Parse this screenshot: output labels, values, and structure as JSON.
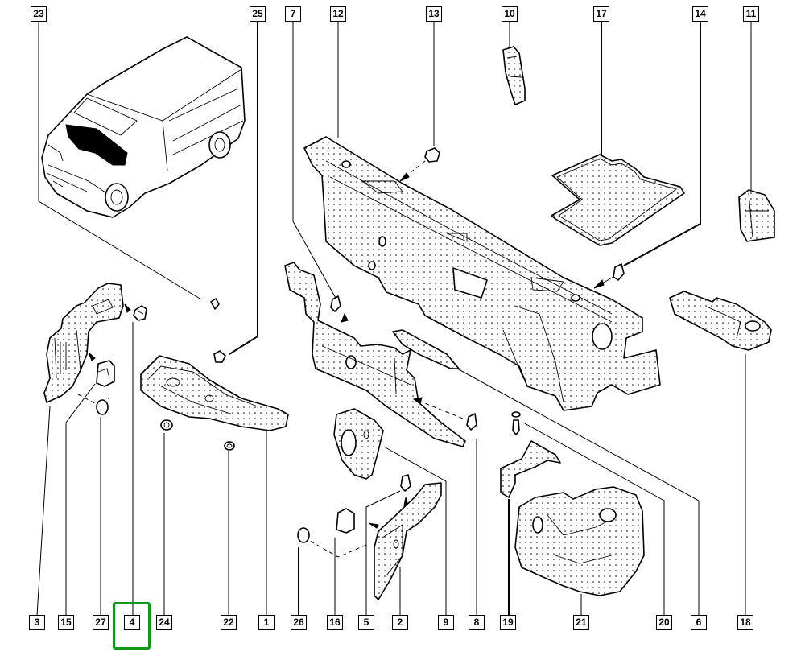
{
  "diagram": {
    "title": "Front end / dashboard insulation exploded parts diagram",
    "highlight_color": "#0e9a16",
    "highlighted_callout": "4",
    "callouts_top": [
      "23",
      "25",
      "7",
      "12",
      "13",
      "10",
      "17",
      "14",
      "11"
    ],
    "callouts_bottom": [
      "3",
      "15",
      "27",
      "4",
      "24",
      "22",
      "1",
      "26",
      "16",
      "5",
      "2",
      "9",
      "8",
      "19",
      "21",
      "20",
      "6",
      "18"
    ],
    "parts": [
      {
        "ref": "23",
        "name": "vehicle overview (van)"
      },
      {
        "ref": "25",
        "name": "clip"
      },
      {
        "ref": "7",
        "name": "clip"
      },
      {
        "ref": "12",
        "name": "dashboard upper insulator"
      },
      {
        "ref": "13",
        "name": "fastener"
      },
      {
        "ref": "10",
        "name": "small insulator"
      },
      {
        "ref": "17",
        "name": "floor mat insulator"
      },
      {
        "ref": "14",
        "name": "clip"
      },
      {
        "ref": "11",
        "name": "side insulator"
      },
      {
        "ref": "3",
        "name": "side insulator panel"
      },
      {
        "ref": "15",
        "name": "block"
      },
      {
        "ref": "27",
        "name": "plug"
      },
      {
        "ref": "4",
        "name": "clip"
      },
      {
        "ref": "24",
        "name": "nut"
      },
      {
        "ref": "22",
        "name": "nut"
      },
      {
        "ref": "1",
        "name": "lower insulator"
      },
      {
        "ref": "26",
        "name": "plug"
      },
      {
        "ref": "16",
        "name": "block"
      },
      {
        "ref": "5",
        "name": "clip"
      },
      {
        "ref": "2",
        "name": "side panel insulator"
      },
      {
        "ref": "9",
        "name": "wheel arch insulator"
      },
      {
        "ref": "8",
        "name": "clip"
      },
      {
        "ref": "19",
        "name": "insulator bracket"
      },
      {
        "ref": "21",
        "name": "tunnel insulator"
      },
      {
        "ref": "20",
        "name": "push pin"
      },
      {
        "ref": "6",
        "name": "dashboard lower insulator"
      },
      {
        "ref": "18",
        "name": "support bracket"
      }
    ]
  }
}
